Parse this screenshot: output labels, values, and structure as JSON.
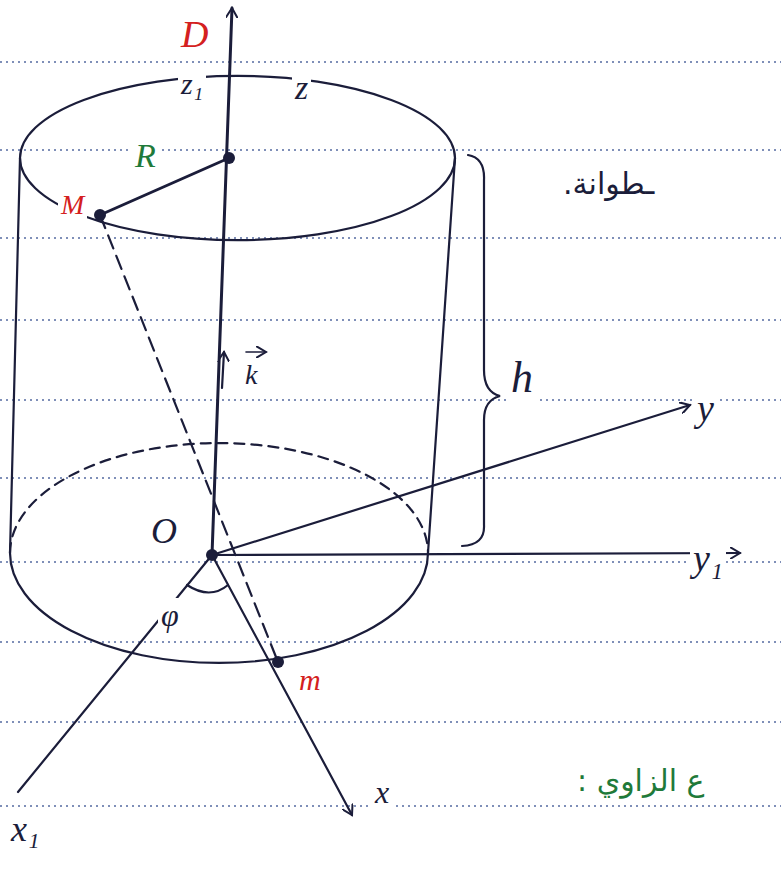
{
  "diagram": {
    "labels": [
      "D",
      "z₁",
      "z",
      "R",
      "M",
      "ـطوانة.",
      "k",
      "h",
      "y",
      "y₁",
      "O",
      "φ",
      "m",
      "x",
      "x₁",
      "ع الزاوي :"
    ]
  }
}
